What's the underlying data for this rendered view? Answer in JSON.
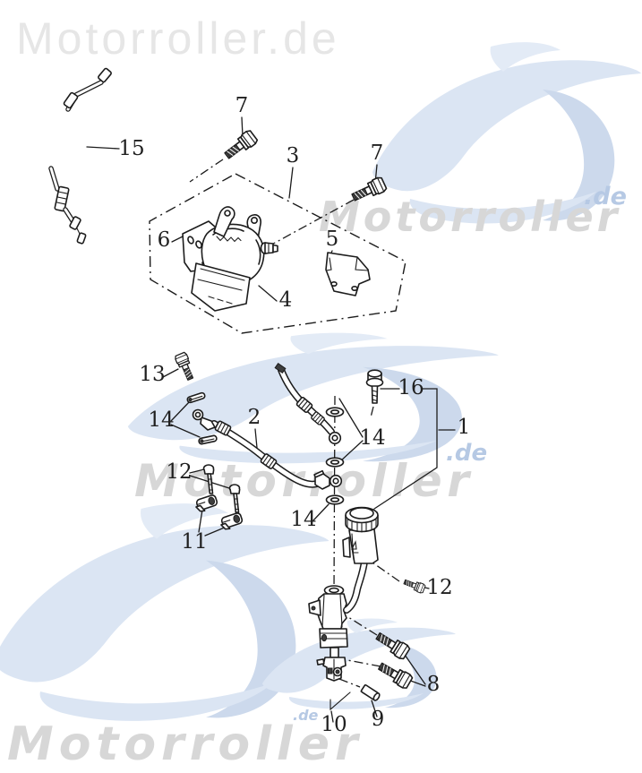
{
  "header": {
    "logo_text": "Motorroller.de"
  },
  "watermarks": {
    "top_right": {
      "text": "Motorroller",
      "suffix": ".de"
    },
    "middle": {
      "text": "Motorroller",
      "suffix": ".de"
    },
    "bottom": {
      "text": "Motorroller",
      "suffix": ".de"
    }
  },
  "diagram": {
    "description": "exploded parts diagram",
    "callouts": {
      "p1": "1",
      "p2": "2",
      "p3": "3",
      "p4": "4",
      "p5": "5",
      "p6": "6",
      "p7a": "7",
      "p7b": "7",
      "p8": "8",
      "p9": "9",
      "p10": "10",
      "p11": "11",
      "p12a": "12",
      "p12b": "12",
      "p13": "13",
      "p14a": "14",
      "p14b": "14",
      "p14c": "14",
      "p15": "15",
      "p16": "16"
    }
  },
  "colors": {
    "line": "#1c1c1c",
    "watermark_grey": "#d7d7d7",
    "header_grey": "#e6e6e6",
    "accent_blue_light": "#dbe5f3",
    "accent_blue": "#ccd9ec",
    "accent_blue_text": "#b6c9e4",
    "background": "#ffffff"
  }
}
